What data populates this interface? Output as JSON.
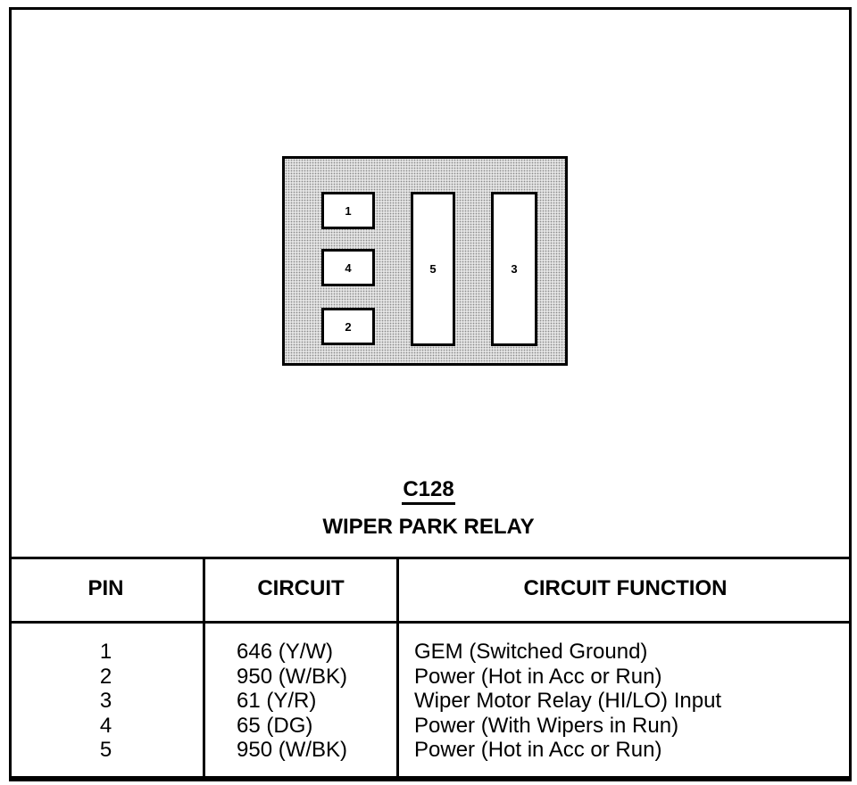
{
  "connector": {
    "id": "C128",
    "name": "WIPER PARK RELAY",
    "cavities": {
      "c1": "1",
      "c4": "4",
      "c2": "2",
      "c5": "5",
      "c3": "3"
    }
  },
  "table": {
    "headers": [
      "PIN",
      "CIRCUIT",
      "CIRCUIT FUNCTION"
    ],
    "rows": [
      {
        "pin": "1",
        "circuit": "646 (Y/W)",
        "function": "GEM (Switched Ground)"
      },
      {
        "pin": "2",
        "circuit": "950 (W/BK)",
        "function": "Power (Hot in Acc or Run)"
      },
      {
        "pin": "3",
        "circuit": "61 (Y/R)",
        "function": "Wiper Motor Relay (HI/LO) Input"
      },
      {
        "pin": "4",
        "circuit": "65 (DG)",
        "function": "Power (With Wipers in Run)"
      },
      {
        "pin": "5",
        "circuit": "950 (W/BK)",
        "function": "Power (Hot in Acc or Run)"
      }
    ]
  }
}
